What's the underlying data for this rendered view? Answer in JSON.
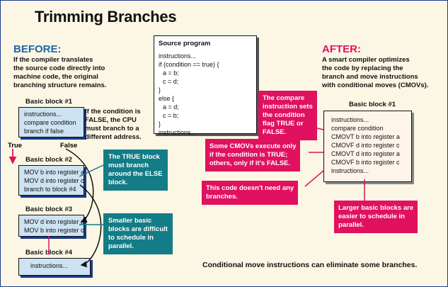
{
  "title": "Trimming Branches",
  "before": {
    "heading": "BEFORE:",
    "desc": [
      "If the compiler translates",
      "the source code directly into",
      "machine code, the original",
      "branching structure remains."
    ],
    "condition_note": [
      "If the condition is",
      "FALSE, the CPU",
      "must branch to a",
      "different address."
    ],
    "true_label": "True",
    "false_label": "False",
    "blocks": [
      {
        "label": "Basic block #1",
        "lines": [
          "instructions...",
          "compare condition",
          "branch if false"
        ]
      },
      {
        "label": "Basic block #2",
        "lines": [
          "MOV b into register a",
          "MOV d into register c",
          "branch to block #4"
        ]
      },
      {
        "label": "Basic block #3",
        "lines": [
          "MOV d into register a",
          "MOV b into register c"
        ]
      },
      {
        "label": "Basic block #4",
        "lines": [
          "instructions..."
        ]
      }
    ],
    "callouts": [
      [
        "The TRUE block",
        "must branch",
        "around the ELSE",
        "block."
      ],
      [
        "Smaller basic",
        "blocks are difficult",
        "to schedule in",
        "parallel."
      ]
    ]
  },
  "source": {
    "title": "Source program",
    "lines": [
      "instructions...",
      "if (condition == true) {",
      "  a = b;",
      "  c = d;",
      "}",
      "else {",
      "  a = d;",
      "  c = b;",
      "}",
      "instructions..."
    ]
  },
  "after": {
    "heading": "AFTER:",
    "desc": [
      "A smart compiler optimizes",
      "the code by replacing the",
      "branch and move instructions",
      "with conditional moves (CMOVs)."
    ],
    "block": {
      "label": "Basic block #1",
      "lines": [
        "instructions...",
        "compare condition",
        "CMOVT b into register a",
        "CMOVF d into register c",
        "CMOVT d into register a",
        "CMOVF b into register c",
        "instructions..."
      ]
    },
    "callouts": [
      [
        "The compare",
        "instruction sets",
        "the condition",
        "flag TRUE or",
        "FALSE."
      ],
      [
        "Some CMOVs execute only",
        "if the condition is TRUE;",
        "others, only if it's FALSE."
      ],
      [
        "This code doesn't need any",
        "branches."
      ],
      [
        "Larger basic blocks are",
        "easier to schedule in",
        "parallel."
      ]
    ]
  },
  "footer": "Conditional move instructions can eliminate some branches.",
  "colors": {
    "blue": "#1f63a8",
    "red": "#e0115f",
    "teal": "#137c86",
    "background": "#fbf7e4"
  }
}
